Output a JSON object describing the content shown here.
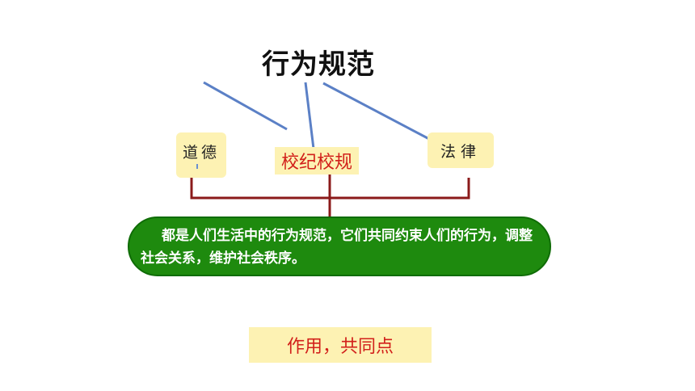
{
  "title": "行为规范",
  "nodes": {
    "left": "道德",
    "center": "校纪校规",
    "right": "法律"
  },
  "summary": "都是人们生活中的行为规范，它们共同约束人们的行为，调整社会关系，维护社会秩序。",
  "footer_label": "作用，共同点",
  "colors": {
    "connector_blue": "#5b80c6",
    "bracket_red": "#8b1a1a",
    "oval_green": "#1e8a0e",
    "label_bg": "#fdf2b3",
    "accent_red": "#d2201b"
  }
}
